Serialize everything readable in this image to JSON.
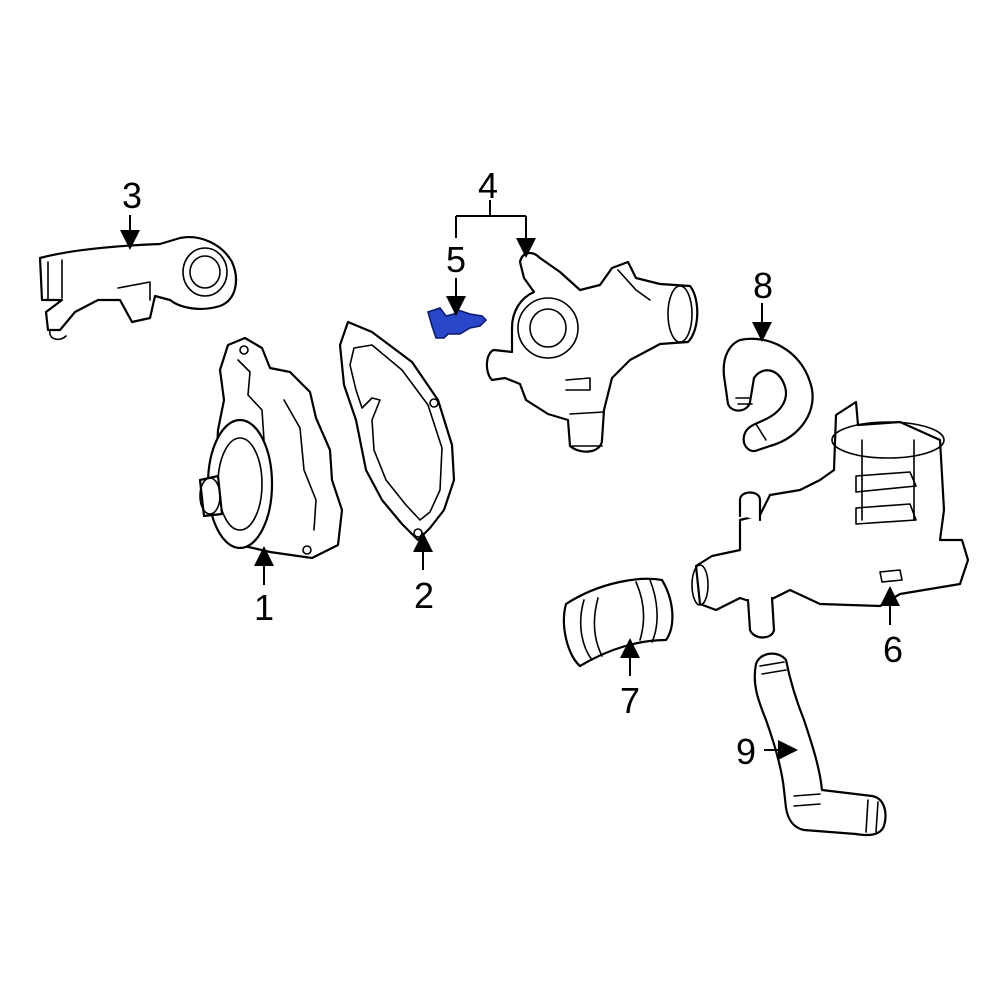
{
  "diagram": {
    "highlight_color": "#2a47c9",
    "line_color": "#000000",
    "background": "#ffffff",
    "callouts": [
      {
        "id": "1",
        "label": "1"
      },
      {
        "id": "2",
        "label": "2"
      },
      {
        "id": "3",
        "label": "3"
      },
      {
        "id": "4",
        "label": "4"
      },
      {
        "id": "5",
        "label": "5"
      },
      {
        "id": "6",
        "label": "6"
      },
      {
        "id": "7",
        "label": "7"
      },
      {
        "id": "8",
        "label": "8"
      },
      {
        "id": "9",
        "label": "9"
      }
    ]
  }
}
